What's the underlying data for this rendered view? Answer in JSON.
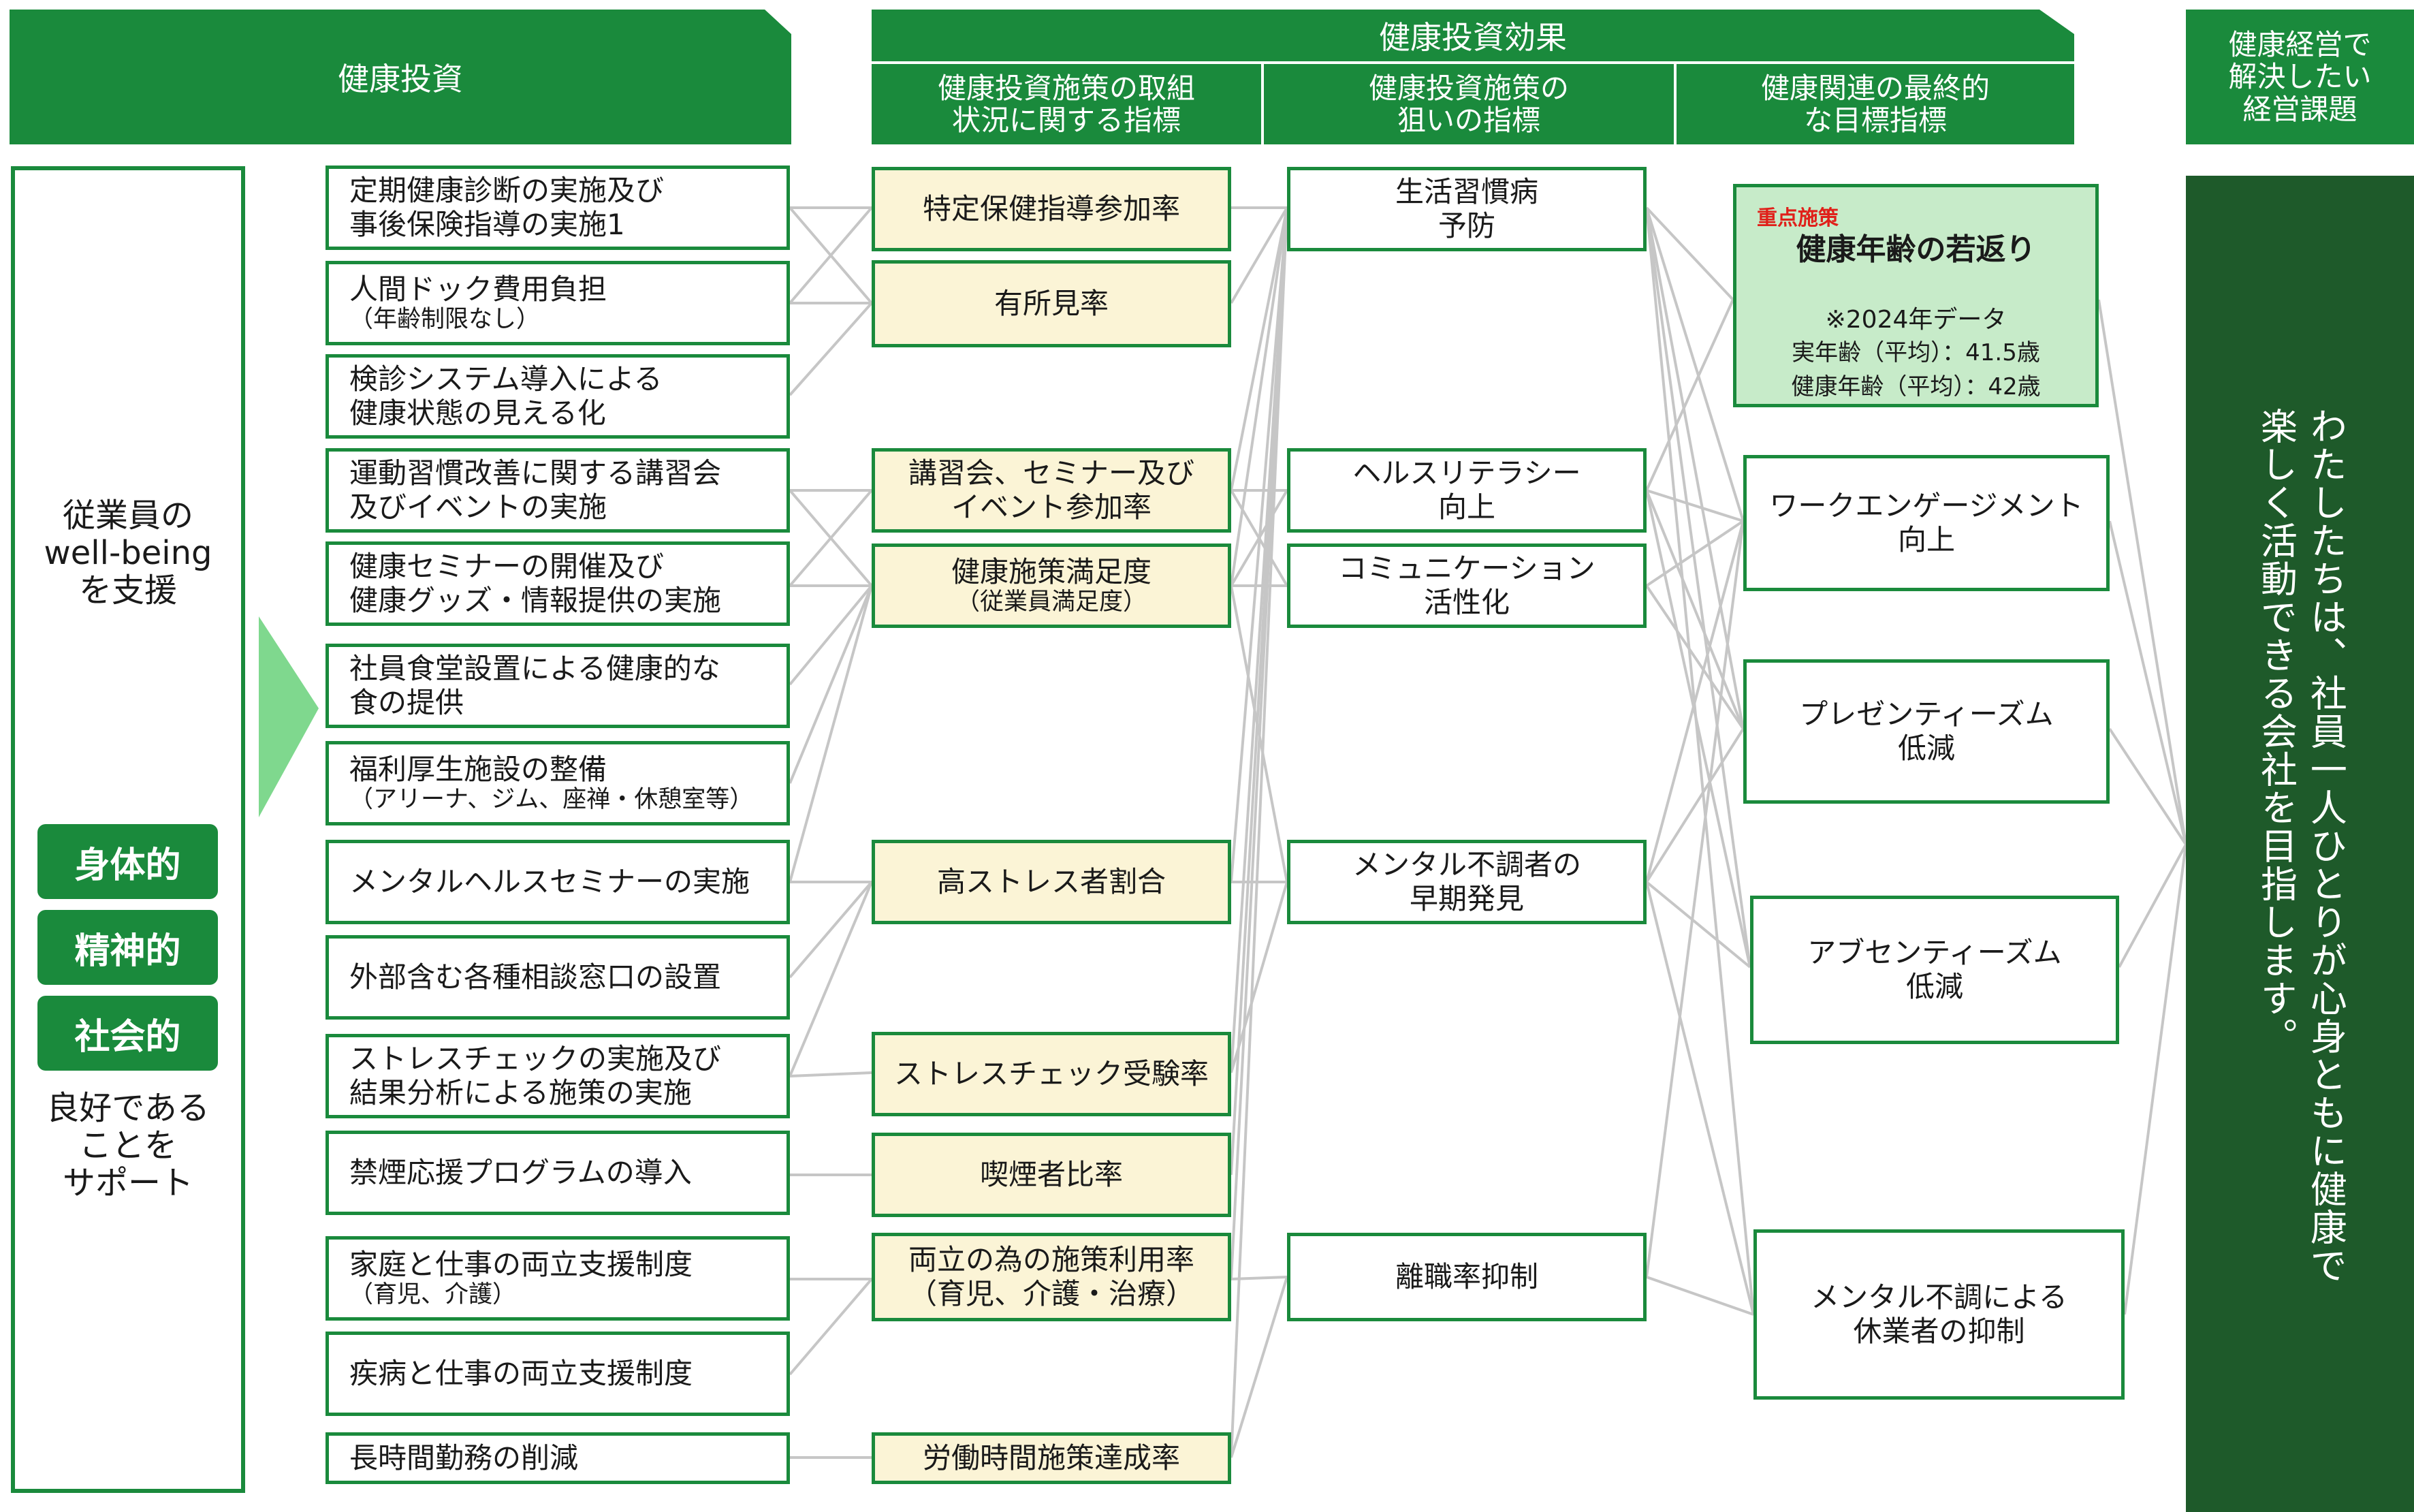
{
  "headers": {
    "investment": "健康投資",
    "effect": "健康投資効果",
    "effect_sub": [
      [
        "健康投資施策の取組",
        "状況に関する指標"
      ],
      [
        "健康投資施策の",
        "狙いの指標"
      ],
      [
        "健康関連の最終的",
        "な目標指標"
      ]
    ],
    "issue": [
      "健康経営で",
      "解決したい",
      "経営課題"
    ]
  },
  "left_panel": {
    "lines": [
      "従業員の",
      "well-being",
      "を支援"
    ],
    "badges": [
      "身体的",
      "精神的",
      "社会的"
    ],
    "bottom_lines": [
      "良好である",
      "ことを",
      "サポート"
    ]
  },
  "actions": [
    {
      "l1": "定期健康診断の実施及び",
      "l2": "事後保険指導の実施1"
    },
    {
      "l1": "人間ドック費用負担",
      "l2": "（年齢制限なし）"
    },
    {
      "l1": "検診システム導入による",
      "l2": "健康状態の見える化"
    },
    {
      "l1": "運動習慣改善に関する講習会",
      "l2": "及びイベントの実施"
    },
    {
      "l1": "健康セミナーの開催及び",
      "l2": "健康グッズ・情報提供の実施"
    },
    {
      "l1": "社員食堂設置による健康的な",
      "l2": "食の提供"
    },
    {
      "l1": "福利厚生施設の整備",
      "l2": "（アリーナ、ジム、座禅・休憩室等）"
    },
    {
      "l1": "メンタルヘルスセミナーの実施",
      "l2": ""
    },
    {
      "l1": "外部含む各種相談窓口の設置",
      "l2": ""
    },
    {
      "l1": "ストレスチェックの実施及び",
      "l2": "結果分析による施策の実施"
    },
    {
      "l1": "禁煙応援プログラムの導入",
      "l2": ""
    },
    {
      "l1": "家庭と仕事の両立支援制度",
      "l2": "（育児、介護）"
    },
    {
      "l1": "疾病と仕事の両立支援制度",
      "l2": ""
    },
    {
      "l1": "長時間勤務の削減",
      "l2": ""
    }
  ],
  "indicators": [
    {
      "l1": "特定保健指導参加率",
      "l2": ""
    },
    {
      "l1": "有所見率",
      "l2": ""
    },
    {
      "l1": "講習会、セミナー及び",
      "l2": "イベント参加率"
    },
    {
      "l1": "健康施策満足度",
      "l2": "（従業員満足度）"
    },
    {
      "l1": "高ストレス者割合",
      "l2": ""
    },
    {
      "l1": "ストレスチェック受験率",
      "l2": ""
    },
    {
      "l1": "喫煙者比率",
      "l2": ""
    },
    {
      "l1": "両立の為の施策利用率",
      "l2": "（育児、介護・治療）"
    },
    {
      "l1": "労働時間施策達成率",
      "l2": ""
    }
  ],
  "aims": [
    {
      "l1": "生活習慣病",
      "l2": "予防"
    },
    {
      "l1": "ヘルスリテラシー",
      "l2": "向上"
    },
    {
      "l1": "コミュニケーション",
      "l2": "活性化"
    },
    {
      "l1": "メンタル不調者の",
      "l2": "早期発見"
    },
    {
      "l1": "離職率抑制",
      "l2": ""
    }
  ],
  "goal_focus": {
    "tag": "重点施策",
    "title": "健康年齢の若返り",
    "note": "※2024年データ",
    "real_age": "実年齢（平均）：41.5歳",
    "health_age": "健康年齢（平均）：42歳"
  },
  "goals": [
    {
      "l1": "ワークエンゲージメント",
      "l2": "向上"
    },
    {
      "l1": "プレゼンティーズム",
      "l2": "低減"
    },
    {
      "l1": "アブセンティーズム",
      "l2": "低減"
    },
    {
      "l1": "メンタル不調による",
      "l2": "休業者の抑制"
    }
  ],
  "vision": [
    "わたしたちは、社員一人ひとりが心身ともに健康で",
    "楽しく活動できる会社を目指します。"
  ],
  "colors": {
    "green": "#1a8a3c",
    "dark_green": "#1e5a2a",
    "cream": "#fbf4d6",
    "light_green": "#c7ebc9",
    "arrow": "#7fd88e",
    "line": "#c6c6c6"
  }
}
